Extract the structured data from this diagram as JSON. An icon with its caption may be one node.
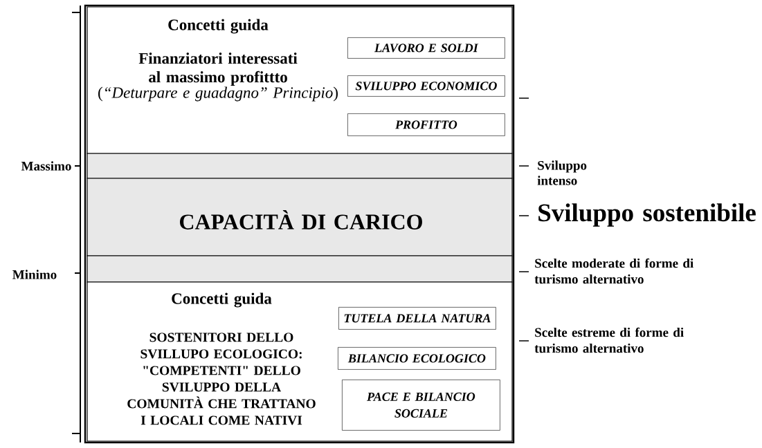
{
  "diagram": {
    "nodes": [
      {
        "text": [
          "Concetti guida",
          "Finanziatori interessati al massimo profittto",
          "(*“Deturpare e guadagno” Principio*)"
        ]
      },
      {
        "text": [
          "LAVORO E  SOLDI"
        ],
        "in": 0
      },
      {
        "text": [
          "SVILUPPO ECONOMICO"
        ],
        "in": 0
      },
      {
        "text": [
          "PROFITTO"
        ],
        "in": 0
      },
      {
        "text": [],
        "shape": "box"
      },
      {
        "text": [
          "CAPACITÀ DI CARICO"
        ]
      },
      {
        "text": [],
        "shape": "box"
      },
      {
        "text": [
          "Concetti guida",
          "SOSTENITORI DELLO SVILLUPO ECOLOGICO: \"COMPETENTI\" DELLO SVILUPPO DELLA COMUNITÀ CHE TRATTANO I LOCALI COME NATIVI"
        ]
      },
      {
        "text": [
          "TUTELA DELLA NATURA"
        ],
        "in": 7
      },
      {
        "text": [
          "BILANCIO ECOLOGICO"
        ],
        "in": 7
      },
      {
        "text": [
          "PACE E BILANCIO SOCIALE"
        ],
        "in": 7
      }
    ],
    "labels": [
      "Massimo",
      "Sviluppo intenso",
      "Sviluppo sostenibile",
      "Minimo",
      "Scelte moderate di forme di turismo alternativo",
      "Scelte estreme di forme di turismo alternativo"
    ]
  }
}
